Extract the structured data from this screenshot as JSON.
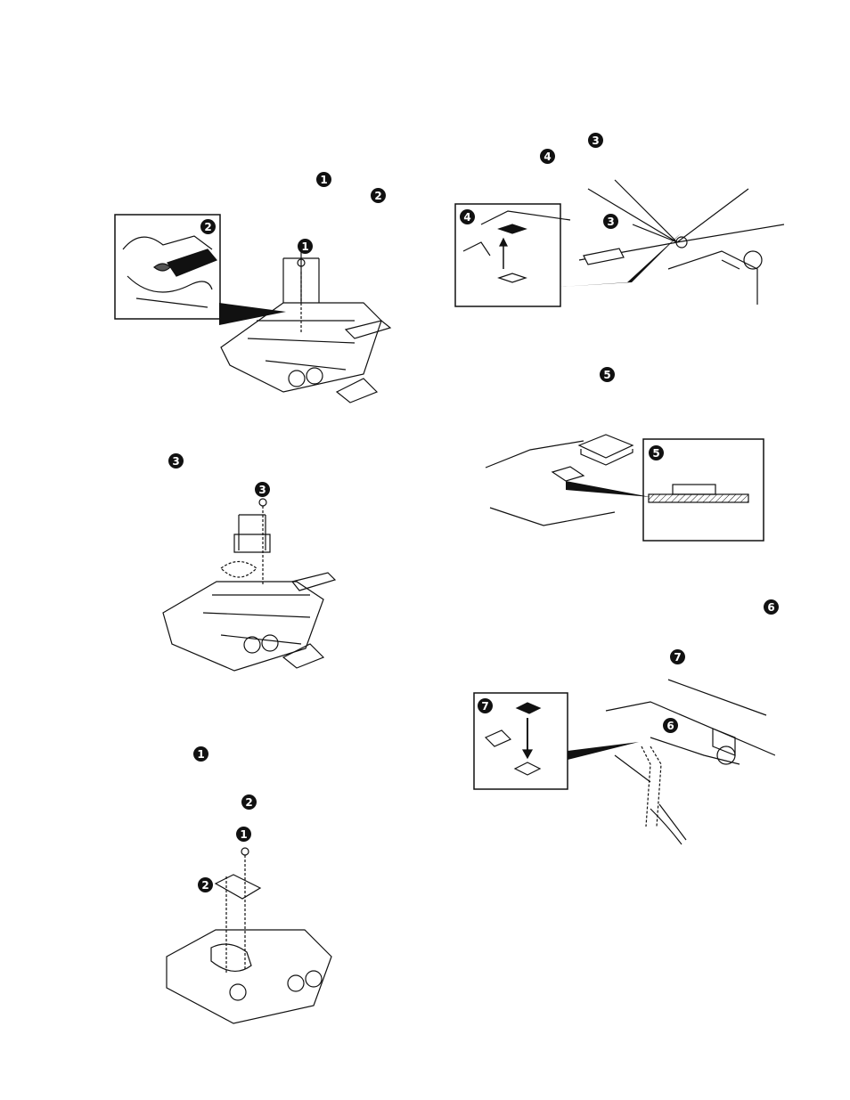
{
  "markers": {
    "text_1": "1",
    "text_2": "2",
    "text_3": "3",
    "text_4": "4",
    "text_5": "5",
    "text_6": "6",
    "text_7": "7",
    "text_b1": "1",
    "text_b2": "2"
  },
  "figures": {
    "fig1": {
      "inset_label": "2",
      "callout_label": "1"
    },
    "fig2": {
      "callout_label": "3"
    },
    "fig3": {
      "callout1_label": "1",
      "callout2_label": "2"
    },
    "fig4": {
      "inset_label": "4",
      "callout_label": "3"
    },
    "fig5": {
      "inset_label": "5"
    },
    "fig6": {
      "inset_label": "7",
      "callout_label": "6"
    }
  }
}
